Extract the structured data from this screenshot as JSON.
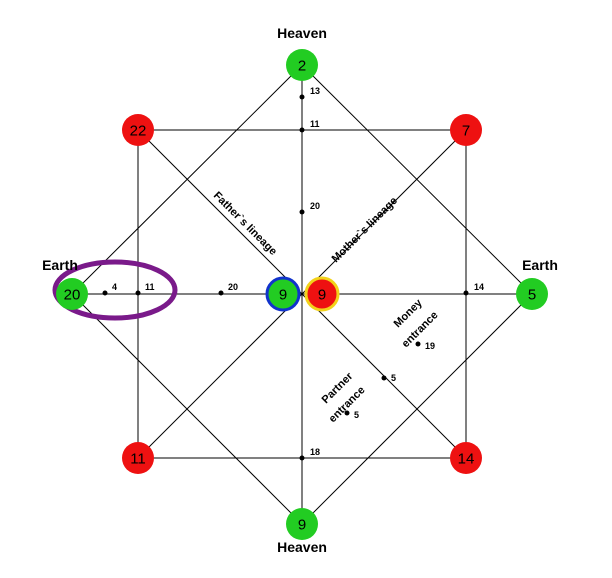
{
  "labels": {
    "heaven_top": "Heaven",
    "heaven_bottom": "Heaven",
    "earth_left": "Earth",
    "earth_right": "Earth",
    "fathers_lineage": "Father`s lineage",
    "mothers_lineage": "Mother`s lineage",
    "money_entrance_1": "Money",
    "money_entrance_2": "entrance",
    "partner_entrance_1": "Partner",
    "partner_entrance_2": "entrance"
  },
  "nodes": {
    "top": "2",
    "bottom": "9",
    "left": "20",
    "right": "5",
    "top_left": "22",
    "top_right": "7",
    "bottom_left": "11",
    "bottom_right": "14",
    "center_left": "9",
    "center_right": "9"
  },
  "small_values": {
    "v_top_13": "13",
    "v_top_11": "11",
    "v_top_20": "20",
    "h_left_4": "4",
    "h_left_11": "11",
    "h_left_20": "20",
    "h_right_14": "14",
    "money_19": "19",
    "diag_5": "5",
    "partner_5": "5",
    "v_bottom_18": "18"
  },
  "colors": {
    "green": "#22cc22",
    "red": "#ee1111",
    "blue_ring": "#1133cc",
    "yellow_ring": "#f2d21a",
    "purple_ellipse": "#7a1a8a"
  }
}
